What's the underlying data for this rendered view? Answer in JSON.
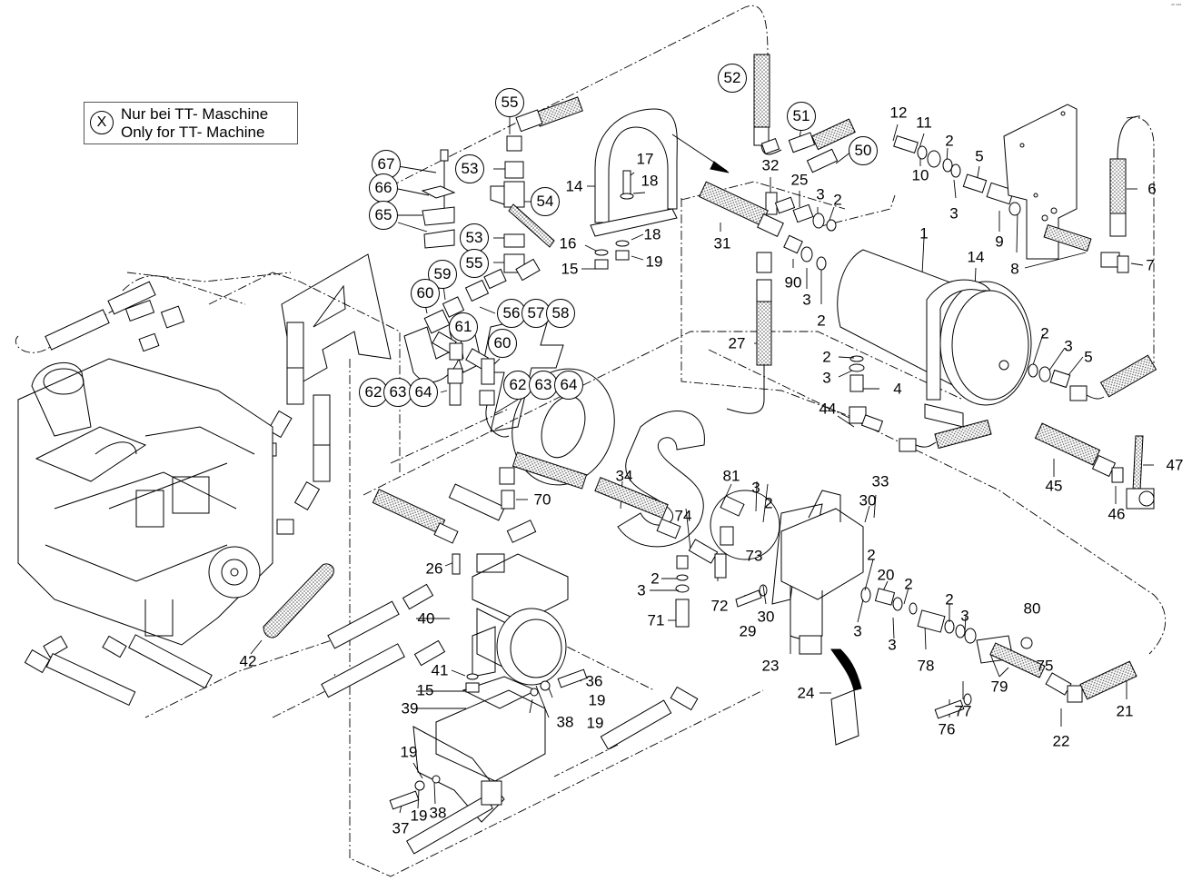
{
  "note": {
    "marker": "X",
    "line_de": "Nur bei TT- Maschine",
    "line_en": "Only for TT- Machine"
  },
  "corner_mark": "ᵃᵇ ᵃᵃᵃ",
  "watermark": "AutoS",
  "callouts": [
    {
      "id": "c52",
      "text": "52",
      "circled": true
    },
    {
      "id": "c51",
      "text": "51",
      "circled": true
    },
    {
      "id": "c50",
      "text": "50",
      "circled": true
    },
    {
      "id": "c55a",
      "text": "55",
      "circled": true
    },
    {
      "id": "c53a",
      "text": "53",
      "circled": true
    },
    {
      "id": "c54",
      "text": "54",
      "circled": true
    },
    {
      "id": "c53b",
      "text": "53",
      "circled": true
    },
    {
      "id": "c55b",
      "text": "55",
      "circled": true
    },
    {
      "id": "c67",
      "text": "67",
      "circled": true
    },
    {
      "id": "c66",
      "text": "66",
      "circled": true
    },
    {
      "id": "c65",
      "text": "65",
      "circled": true
    },
    {
      "id": "c59",
      "text": "59",
      "circled": true
    },
    {
      "id": "c60a",
      "text": "60",
      "circled": true
    },
    {
      "id": "c61",
      "text": "61",
      "circled": true
    },
    {
      "id": "c60b",
      "text": "60",
      "circled": true
    },
    {
      "id": "c56",
      "text": "56",
      "circled": true
    },
    {
      "id": "c57",
      "text": "57",
      "circled": true
    },
    {
      "id": "c58",
      "text": "58",
      "circled": true
    },
    {
      "id": "c62a",
      "text": "62",
      "circled": true
    },
    {
      "id": "c63a",
      "text": "63",
      "circled": true
    },
    {
      "id": "c64a",
      "text": "64",
      "circled": true
    },
    {
      "id": "c62b",
      "text": "62",
      "circled": true
    },
    {
      "id": "c63b",
      "text": "63",
      "circled": true
    },
    {
      "id": "c64b",
      "text": "64",
      "circled": true
    },
    {
      "id": "p14a",
      "text": "14"
    },
    {
      "id": "p17",
      "text": "17"
    },
    {
      "id": "p18a",
      "text": "18"
    },
    {
      "id": "p18b",
      "text": "18"
    },
    {
      "id": "p16",
      "text": "16"
    },
    {
      "id": "p15a",
      "text": "15"
    },
    {
      "id": "p19a",
      "text": "19"
    },
    {
      "id": "p32",
      "text": "32"
    },
    {
      "id": "p25",
      "text": "25"
    },
    {
      "id": "p3a",
      "text": "3"
    },
    {
      "id": "p2a",
      "text": "2"
    },
    {
      "id": "p31",
      "text": "31"
    },
    {
      "id": "p90",
      "text": "90"
    },
    {
      "id": "p3b",
      "text": "3"
    },
    {
      "id": "p2b",
      "text": "2"
    },
    {
      "id": "p27",
      "text": "27"
    },
    {
      "id": "p12",
      "text": "12"
    },
    {
      "id": "p11",
      "text": "11"
    },
    {
      "id": "p10",
      "text": "10"
    },
    {
      "id": "p2c",
      "text": "2"
    },
    {
      "id": "p3c",
      "text": "3"
    },
    {
      "id": "p5a",
      "text": "5"
    },
    {
      "id": "p9",
      "text": "9"
    },
    {
      "id": "p8",
      "text": "8"
    },
    {
      "id": "p6",
      "text": "6"
    },
    {
      "id": "p7",
      "text": "7"
    },
    {
      "id": "p1",
      "text": "1"
    },
    {
      "id": "p14b",
      "text": "14"
    },
    {
      "id": "p2d",
      "text": "2"
    },
    {
      "id": "p3d",
      "text": "3"
    },
    {
      "id": "p4",
      "text": "4"
    },
    {
      "id": "p44",
      "text": "44"
    },
    {
      "id": "p2e",
      "text": "2"
    },
    {
      "id": "p3e",
      "text": "3"
    },
    {
      "id": "p5b",
      "text": "5"
    },
    {
      "id": "p45",
      "text": "45"
    },
    {
      "id": "p46",
      "text": "46"
    },
    {
      "id": "p47",
      "text": "47"
    },
    {
      "id": "p70",
      "text": "70"
    },
    {
      "id": "p34",
      "text": "34"
    },
    {
      "id": "p81",
      "text": "81"
    },
    {
      "id": "p3f",
      "text": "3"
    },
    {
      "id": "p2f",
      "text": "2"
    },
    {
      "id": "p74",
      "text": "74"
    },
    {
      "id": "p73",
      "text": "73"
    },
    {
      "id": "p2g",
      "text": "2"
    },
    {
      "id": "p3g",
      "text": "3"
    },
    {
      "id": "p72",
      "text": "72"
    },
    {
      "id": "p71",
      "text": "71"
    },
    {
      "id": "p29",
      "text": "29"
    },
    {
      "id": "p30a",
      "text": "30"
    },
    {
      "id": "p33",
      "text": "33"
    },
    {
      "id": "p30b",
      "text": "30"
    },
    {
      "id": "p2h",
      "text": "2"
    },
    {
      "id": "p20",
      "text": "20"
    },
    {
      "id": "p2i",
      "text": "2"
    },
    {
      "id": "p3h",
      "text": "3"
    },
    {
      "id": "p3i",
      "text": "3"
    },
    {
      "id": "p78",
      "text": "78"
    },
    {
      "id": "p2j",
      "text": "2"
    },
    {
      "id": "p3j",
      "text": "3"
    },
    {
      "id": "p23",
      "text": "23"
    },
    {
      "id": "p24",
      "text": "24"
    },
    {
      "id": "p80",
      "text": "80"
    },
    {
      "id": "p75",
      "text": "75"
    },
    {
      "id": "p79",
      "text": "79"
    },
    {
      "id": "p76",
      "text": "76"
    },
    {
      "id": "p77",
      "text": "77"
    },
    {
      "id": "p22",
      "text": "22"
    },
    {
      "id": "p21",
      "text": "21"
    },
    {
      "id": "p26",
      "text": "26"
    },
    {
      "id": "p40",
      "text": "40"
    },
    {
      "id": "p41",
      "text": "41"
    },
    {
      "id": "p15b",
      "text": "15"
    },
    {
      "id": "p39",
      "text": "39"
    },
    {
      "id": "p36",
      "text": "36"
    },
    {
      "id": "p19b",
      "text": "19"
    },
    {
      "id": "p38a",
      "text": "38"
    },
    {
      "id": "p19c",
      "text": "19"
    },
    {
      "id": "p19d",
      "text": "19"
    },
    {
      "id": "p19e",
      "text": "19"
    },
    {
      "id": "p38b",
      "text": "38"
    },
    {
      "id": "p37",
      "text": "37"
    },
    {
      "id": "p42",
      "text": "42"
    }
  ]
}
